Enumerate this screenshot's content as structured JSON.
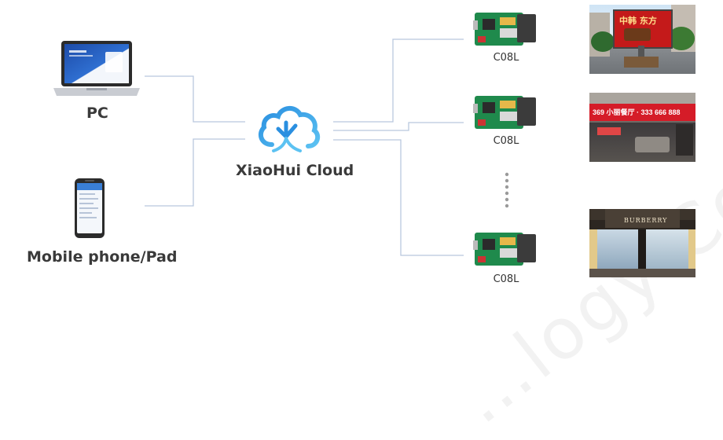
{
  "devices": {
    "pc_label": "PC",
    "mobile_label": "Mobile phone/Pad"
  },
  "cloud": {
    "label": "XiaoHui Cloud"
  },
  "controllers": [
    {
      "label": "C08L"
    },
    {
      "label": "C08L"
    },
    {
      "label": "C08L"
    }
  ],
  "screens": [
    {
      "sign_text": "中韩 东方"
    },
    {
      "sign_text": "369 小丽餐厅 · 333 666 888"
    },
    {
      "sign_text": "BURBERRY"
    }
  ],
  "watermark": "…logy Co., L…",
  "colors": {
    "connector": "#b9c8de",
    "cloud_blue": "#2a8fe0",
    "cloud_light": "#5cc2f2",
    "board_green": "#1f8a4c",
    "dots": "#9a9a9a"
  },
  "icons": [
    "laptop-icon",
    "phone-icon",
    "cloud-icon",
    "controller-board-icon"
  ]
}
